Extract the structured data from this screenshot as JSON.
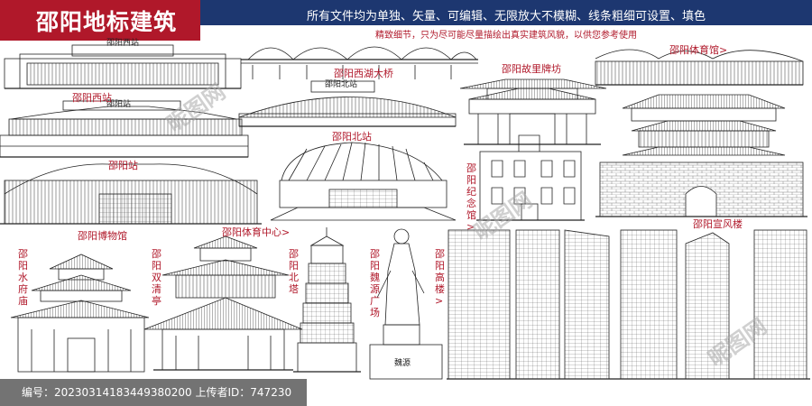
{
  "header": {
    "title": "邵阳地标建筑",
    "banner": "所有文件均为单独、矢量、可编辑、无限放大不模糊、线条粗细可设置、填色",
    "subline": "精致细节，只为尽可能尽量描绘出真实建筑风貌，以供您参考使用"
  },
  "buildings": {
    "xizhan_bridge": "邵阳西湖大桥",
    "gulifang": "邵阳故里牌坊",
    "tiyuguan": "邵阳体育馆>",
    "xizhan": "邵阳西站",
    "beizhan": "邵阳北站",
    "zhan": "邵阳站",
    "jinianguan": "邵阳纪念馆>",
    "xuanfenglou": "邵阳宣风楼",
    "bowuguan": "邵阳博物馆",
    "tiyuzhongxin": "邵阳体育中心>",
    "shuifumiao": "邵阳水府庙",
    "shuangqingting": "邵阳双清亭",
    "beita": "邵阳北塔",
    "weiyuan": "邵阳魏源广场",
    "gaolou": "邵阳高楼>"
  },
  "signs": {
    "xizhan_roof": "邵阳西站",
    "beizhan_roof": "邵阳北站",
    "zhan_roof": "邵阳站",
    "statue_base": "魏源"
  },
  "footer": {
    "text": "编号：20230314183449380200   上传者ID：747230"
  },
  "watermarks": [
    "昵图网",
    "昵图网",
    "昵图网"
  ]
}
